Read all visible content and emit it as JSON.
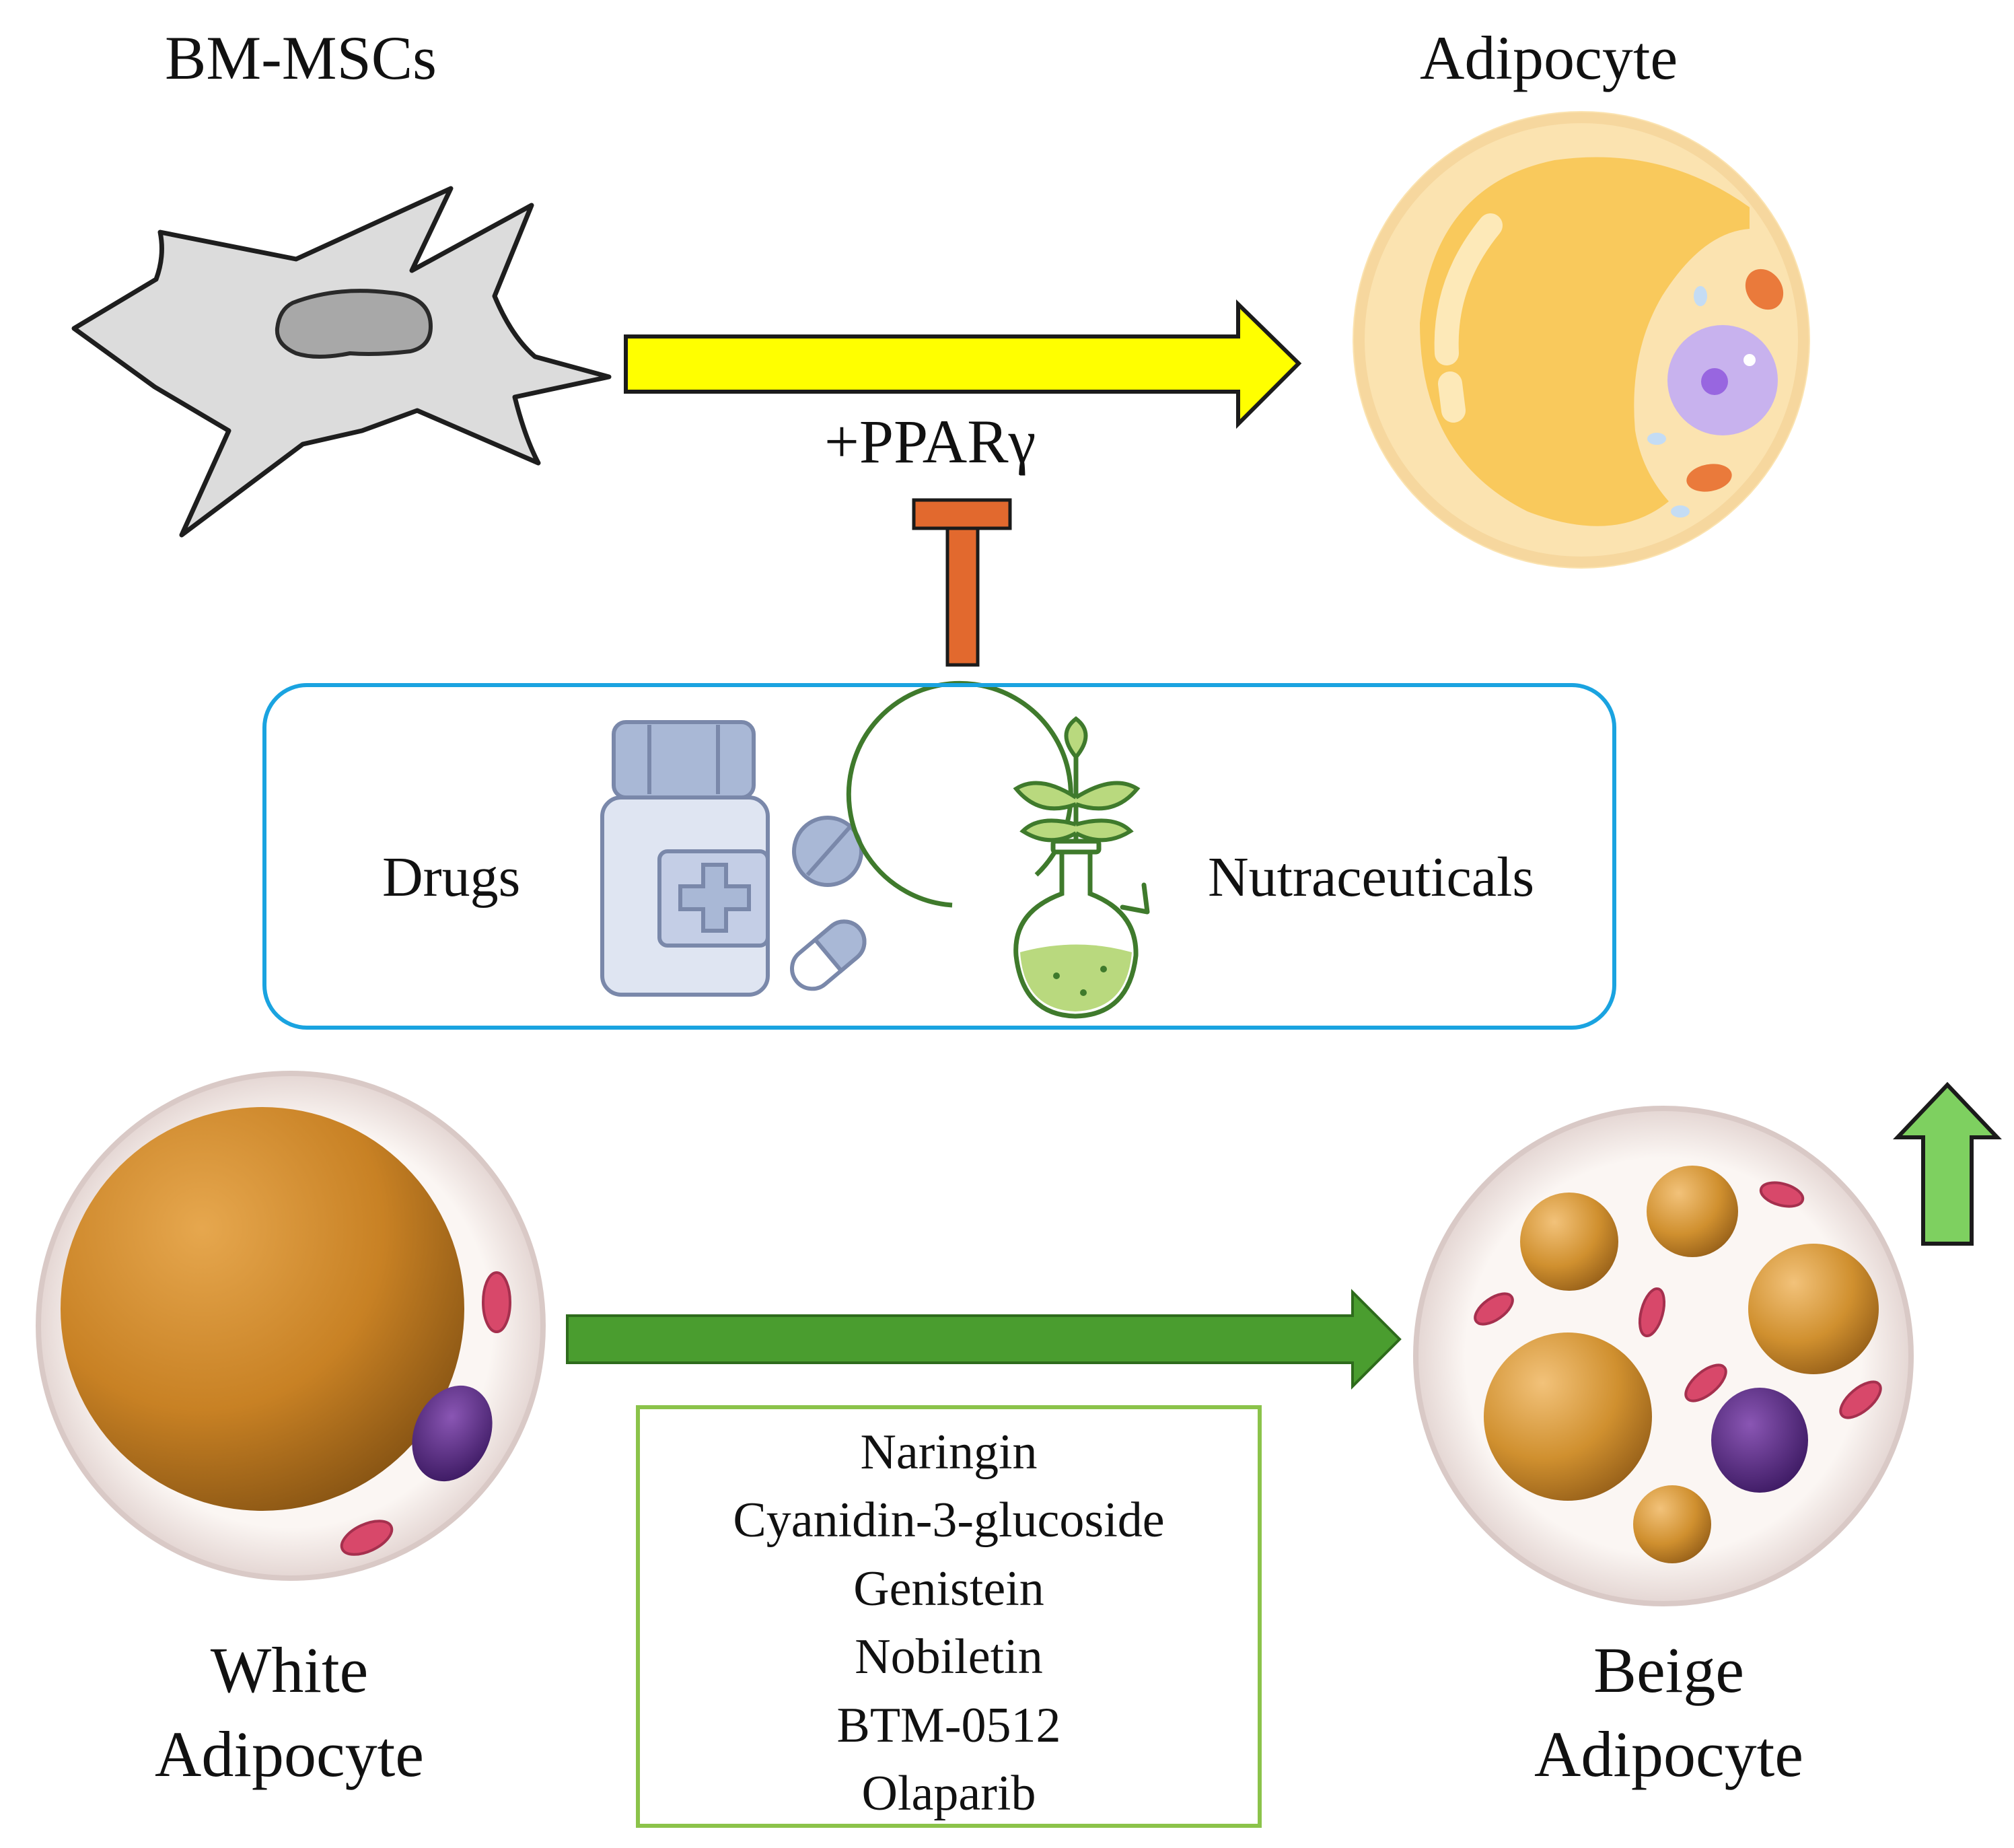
{
  "top": {
    "source_cell": "BM-MSCs",
    "target_cell": "Adipocyte",
    "arrow_label": "+PPARγ"
  },
  "middle": {
    "left_label": "Drugs",
    "right_label": "Nutraceuticals"
  },
  "bottom": {
    "source_cell_line1": "White",
    "source_cell_line2": "Adipocyte",
    "target_cell_line1": "Beige",
    "target_cell_line2": "Adipocyte",
    "compounds": [
      "Naringin",
      "Cyanidin-3-glucoside",
      "Genistein",
      "Nobiletin",
      "BTM-0512",
      "Olaparib"
    ]
  },
  "colors": {
    "adipogenesis_arrow": "#ffff00",
    "inhibition_bar": "#e2692e",
    "browning_arrow": "#4a9d2f",
    "up_arrow": "#7ed060",
    "blue_box": "#1aa3e0",
    "green_box": "#8bc34a"
  },
  "icons": [
    "msc-cell-icon",
    "adipocyte-icon",
    "medicine-bottle-icon",
    "pill-icon",
    "capsule-icon",
    "plant-flask-icon",
    "white-adipocyte-icon",
    "beige-adipocyte-icon",
    "up-arrow-icon"
  ]
}
